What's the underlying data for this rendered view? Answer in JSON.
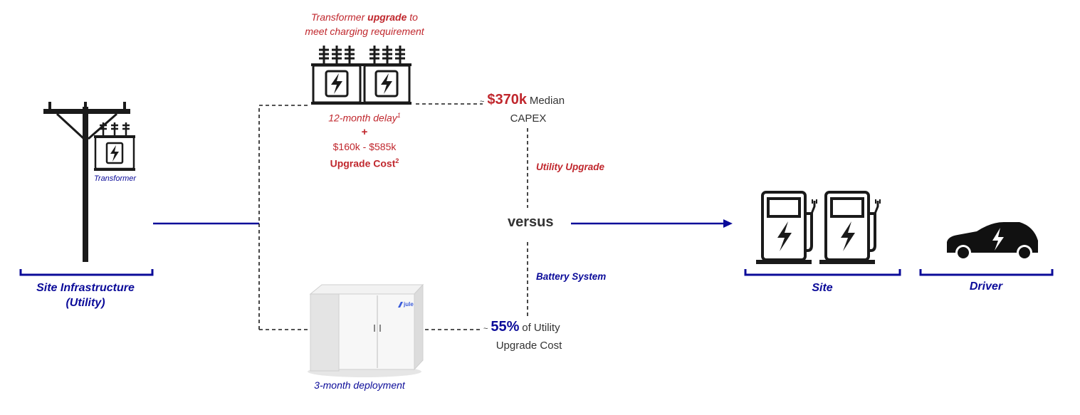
{
  "colors": {
    "navy": "#0b0b99",
    "red": "#c0272d",
    "dark": "#333333",
    "icon": "#1a1a1a"
  },
  "left": {
    "transformer_label": "Transformer",
    "section_line1": "Site Infrastructure",
    "section_line2": "(Utility)"
  },
  "top_branch": {
    "caption_prefix": "Transformer ",
    "caption_bold": "upgrade",
    "caption_suffix": " to",
    "caption_line2": "meet charging requirement",
    "delay": "12-month delay",
    "delay_ref": "1",
    "plus": "+",
    "cost_range": "$160k - $585k",
    "cost_label": "Upgrade Cost",
    "cost_ref": "2"
  },
  "middle": {
    "capex_tilde": "~",
    "capex_value": "$370k",
    "capex_label": "Median",
    "capex_line2": "CAPEX",
    "utility_upgrade": "Utility Upgrade",
    "versus": "versus",
    "battery_system": "Battery System",
    "pct_tilde": "~",
    "pct_value": "55%",
    "pct_label": "of Utility",
    "pct_line2": "Upgrade Cost"
  },
  "bottom_branch": {
    "battery_brand": "jule",
    "deployment": "3-month deployment"
  },
  "right": {
    "site_label": "Site",
    "driver_label": "Driver"
  },
  "icons": [
    "utility-pole-icon",
    "transformer-icon",
    "battery-cabinet-icon",
    "charging-station-icon",
    "electric-car-icon",
    "arrow-right-icon"
  ]
}
